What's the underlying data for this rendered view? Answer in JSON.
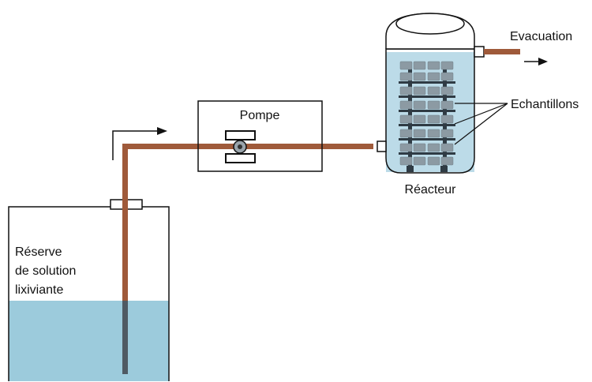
{
  "labels": {
    "pump": "Pompe",
    "evacuation": "Evacuation",
    "samples": "Echantillons",
    "reactor": "Réacteur",
    "reservoir_line1": "Réserve",
    "reservoir_line2": "de solution",
    "reservoir_line3": "lixiviante"
  },
  "colors": {
    "pipe": "#9f5a3a",
    "liquid": "#9ccbdc",
    "reactor_liquid": "#bcdbe8",
    "sample": "#8c9aa3",
    "rod": "#2f3b44",
    "outline": "#111111"
  }
}
